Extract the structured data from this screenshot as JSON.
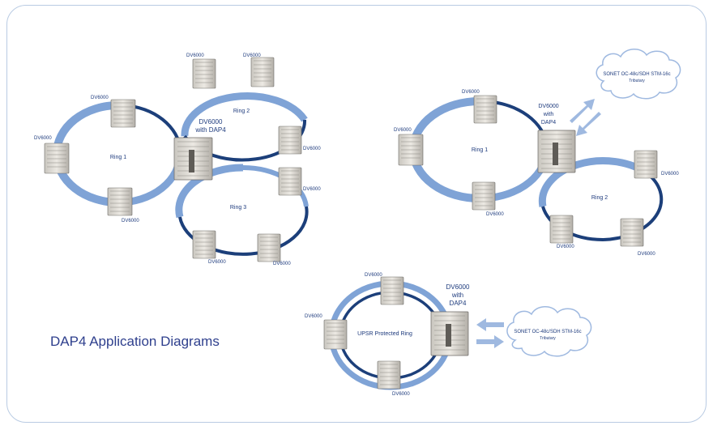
{
  "caption": "DAP4 Application Diagrams",
  "node_label": "DV6000",
  "hub_label": {
    "line1": "DV6000",
    "line2": "with DAP4"
  },
  "hub_label_3line": {
    "line1": "DV6000",
    "line2": "with",
    "line3": "DAP4"
  },
  "rings": {
    "d1_ring1": "Ring 1",
    "d1_ring2": "Ring 2",
    "d1_ring3": "Ring 3",
    "d2_ring1": "Ring 1",
    "d2_ring2": "Ring 2",
    "d3_ring": "UPSR Protected Ring"
  },
  "cloud_label": {
    "line1": "SONET OC-48c/SDH STM-16c",
    "line2": "Tributary"
  },
  "colors": {
    "frame": "#b9cbe3",
    "ring_light": "#7fa3d6",
    "ring_dark": "#1c3f7a",
    "arrow": "#9fb9e0",
    "caption": "#2e3f8d",
    "label": "#1e3b7d"
  }
}
